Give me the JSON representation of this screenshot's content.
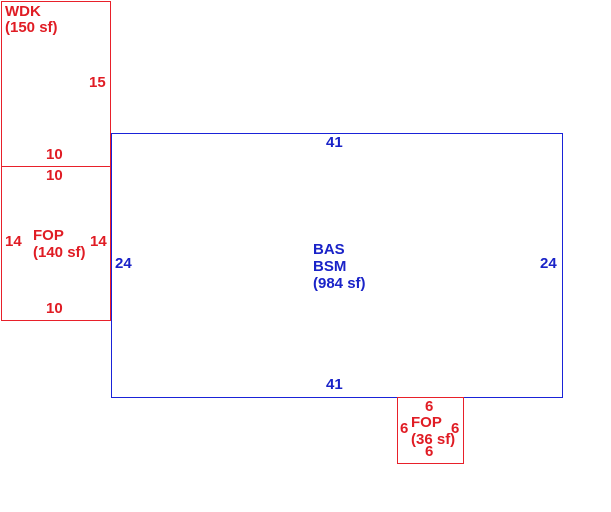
{
  "colors": {
    "addition": "#e8202a",
    "main": "#1a23d8"
  },
  "areas": {
    "wdk": {
      "code": "WDK",
      "area": "(150 sf)",
      "dims": {
        "side": "15",
        "bottom": "10"
      }
    },
    "fop_left": {
      "code": "FOP",
      "area": "(140 sf)",
      "dims": {
        "top": "10",
        "left": "14",
        "right": "14",
        "bottom": "10"
      }
    },
    "bas": {
      "codes": [
        "BAS",
        "BSM"
      ],
      "area": "(984 sf)",
      "dims": {
        "top": "41",
        "left": "24",
        "right": "24",
        "bottom": "41"
      }
    },
    "fop_bottom": {
      "code": "FOP",
      "area": "(36 sf)",
      "dims": {
        "top": "6",
        "left": "6",
        "right": "6",
        "bottom": "6"
      }
    }
  }
}
